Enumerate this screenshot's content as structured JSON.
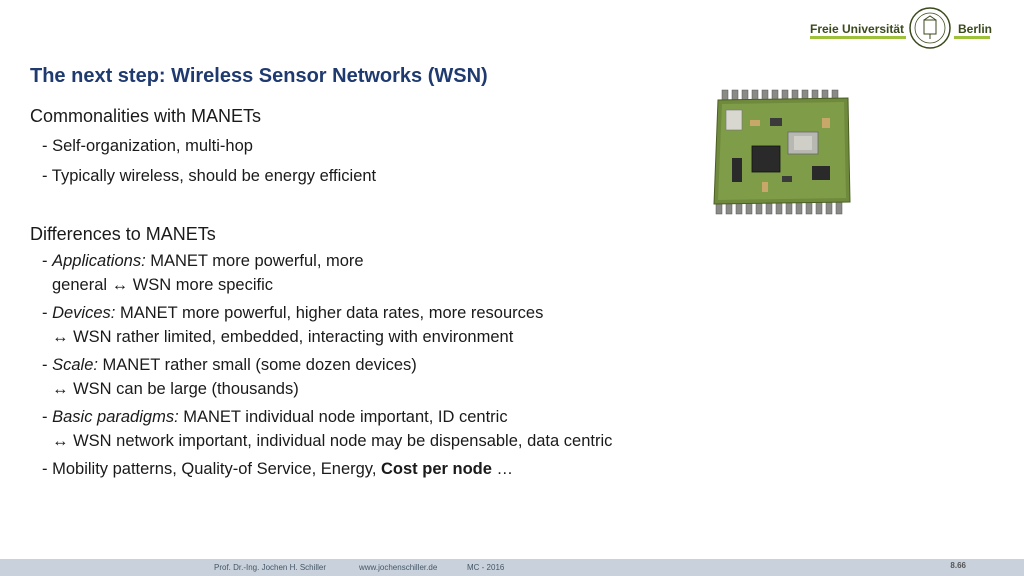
{
  "logo": {
    "left": "Freie Universität",
    "right": "Berlin"
  },
  "title": "The next step: Wireless Sensor Networks (WSN)",
  "commonalities": {
    "heading": "Commonalities with MANETs",
    "items": [
      "- Self-organization, multi-hop",
      "- Typically wireless, should  be energy efficient"
    ]
  },
  "differences": {
    "heading": "Differences to MANETs",
    "applications": {
      "label": "Applications:",
      "text": " MANET more powerful, more",
      "cont_a": "general ",
      "cont_b": " WSN more specific"
    },
    "devices": {
      "label": "Devices:",
      "text": " MANET more powerful, higher data rates, more resources",
      "cont": " WSN rather limited, embedded, interacting with environment"
    },
    "scale": {
      "label": "Scale:",
      "text": " MANET rather small (some dozen devices)",
      "cont": " WSN can be large (thousands)"
    },
    "paradigms": {
      "label": "Basic paradigms:",
      "text": " MANET individual node important, ID centric",
      "cont": " WSN network important, individual node may be dispensable, data centric"
    },
    "mobility": {
      "text": "Mobility patterns, Quality-of Service, Energy, ",
      "bold": "Cost per node",
      "tail": " …"
    },
    "arrow": "↔",
    "dash": "- "
  },
  "footer": {
    "author": "Prof. Dr.-Ing. Jochen H. Schiller",
    "site": "www.jochenschiller.de",
    "course": "MC - 2016"
  },
  "page_number": "8.66",
  "colors": {
    "title": "#1f3a6e",
    "logo_green": "#9dc23a",
    "footer_bg": "#c9d2dc"
  }
}
